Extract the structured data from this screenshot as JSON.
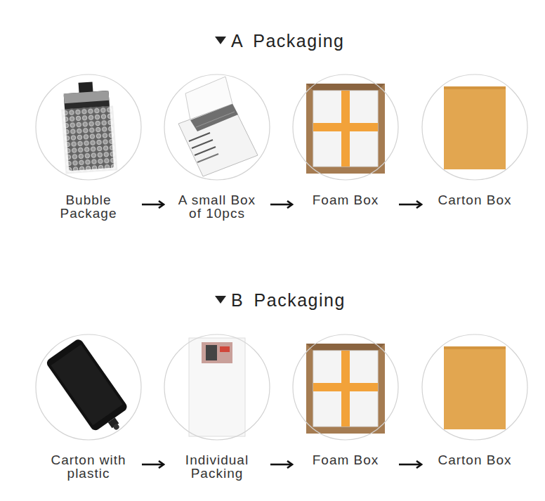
{
  "diagram": {
    "nodes": [
      {
        "text": [
          "Bubble Package"
        ]
      },
      {
        "text": [
          "A small Box of 10pcs"
        ]
      },
      {
        "text": [
          "Foam Box"
        ]
      },
      {
        "text": [
          "Carton Box"
        ]
      },
      {
        "text": [
          "Carton with plastic"
        ]
      },
      {
        "text": [
          "Individual Packing"
        ]
      },
      {
        "text": [
          "Foam Box"
        ]
      },
      {
        "text": [
          "Carton Box"
        ]
      }
    ],
    "edges": [
      {
        "from": 0,
        "to": 1,
        "arrow": "to"
      },
      {
        "from": 1,
        "to": 2,
        "arrow": "to"
      },
      {
        "from": 2,
        "to": 3,
        "arrow": "to"
      },
      {
        "from": 4,
        "to": 5,
        "arrow": "to"
      },
      {
        "from": 5,
        "to": 6,
        "arrow": "to"
      },
      {
        "from": 6,
        "to": 7,
        "arrow": "to"
      }
    ],
    "labels": [
      "A Packaging",
      "B Packaging"
    ]
  }
}
